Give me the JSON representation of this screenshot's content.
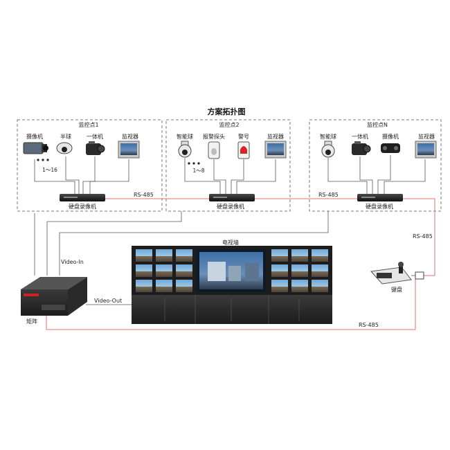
{
  "diagram": {
    "title": "方案拓扑图",
    "sites": [
      {
        "name": "监控点1",
        "devices": [
          "摄像机",
          "半球",
          "一体机",
          "监视器"
        ],
        "range_label": "1～16",
        "dvr_label": "硬盘录像机"
      },
      {
        "name": "监控点2",
        "devices": [
          "智能球",
          "报警探头",
          "警号",
          "监视器"
        ],
        "range_label": "1～8",
        "dvr_label": "硬盘录像机"
      },
      {
        "name": "监控点N",
        "devices": [
          "智能球",
          "一体机",
          "摄像机",
          "监视器"
        ],
        "dvr_label": "硬盘录像机"
      }
    ],
    "video_wall_label": "电视墙",
    "matrix_label": "矩阵",
    "keyboard_label": "键盘",
    "links": {
      "rs485_a": "RS-485",
      "rs485_b": "RS-485",
      "rs485_c": "RS-485",
      "rs485_d": "RS-485",
      "video_in": "Video-In",
      "video_out": "Video-Out"
    },
    "colors": {
      "rs485_line": "#e07070",
      "video_line": "#555555",
      "box_border": "#777777",
      "device_dark": "#2a2a2a"
    }
  }
}
